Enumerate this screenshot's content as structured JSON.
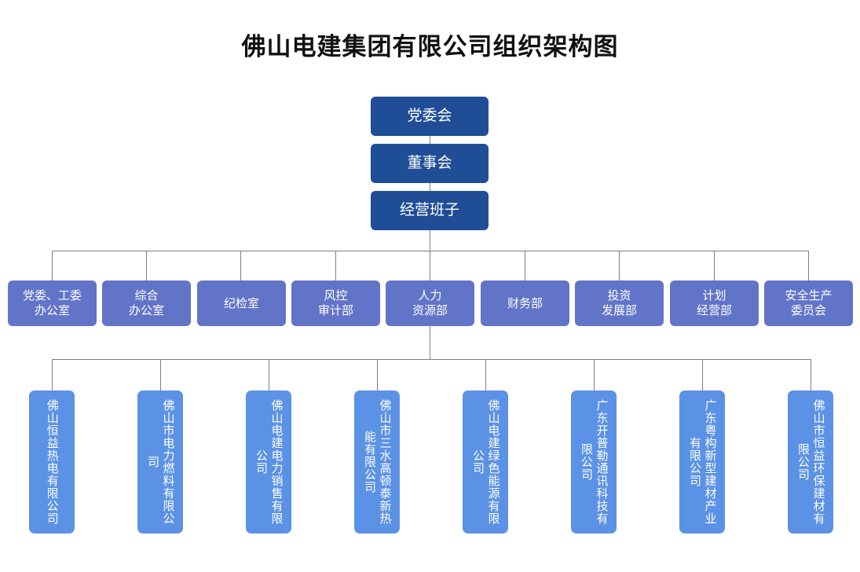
{
  "chart_data": {
    "type": "diagram",
    "title": "佛山电建集团有限公司组织架构图",
    "diagram_kind": "org-chart",
    "colors": {
      "tier1_box": "#1F4E96",
      "tier2_box": "#6274C8",
      "tier3_box": "#5B92E5",
      "connector": "#7f7f7f",
      "background": "#ffffff",
      "title_text": "#111111",
      "box_text": "#ffffff"
    },
    "levels": [
      {
        "name": "governance",
        "nodes": [
          "党委会",
          "董事会",
          "经营班子"
        ]
      },
      {
        "name": "departments",
        "nodes": [
          "党委、工委办公室",
          "综合办公室",
          "纪检室",
          "风控审计部",
          "人力资源部",
          "财务部",
          "投资发展部",
          "计划经营部",
          "安全生产委员会"
        ]
      },
      {
        "name": "subsidiaries",
        "nodes": [
          "佛山恒益热电有限公司",
          "佛山市电力燃料有限公司",
          "佛山电建电力销售有限公司",
          "佛山市三水高顿泰新热能有限公司",
          "佛山电建绿色能源有限公司",
          "广东开普勒通讯科技有限公司",
          "广东粤构新型建材产业有限公司",
          "佛山市恒益环保建材有限公司"
        ]
      }
    ]
  },
  "header": {
    "title": "佛山电建集团有限公司组织架构图"
  },
  "governance": {
    "nodes": [
      {
        "label": "党委会"
      },
      {
        "label": "董事会"
      },
      {
        "label": "经营班子"
      }
    ]
  },
  "departments": {
    "nodes": [
      {
        "line1": "党委、工委",
        "line2": "办公室"
      },
      {
        "line1": "综合",
        "line2": "办公室"
      },
      {
        "line1": "纪检室",
        "line2": ""
      },
      {
        "line1": "风控",
        "line2": "审计部"
      },
      {
        "line1": "人力",
        "line2": "资源部"
      },
      {
        "line1": "财务部",
        "line2": ""
      },
      {
        "line1": "投资",
        "line2": "发展部"
      },
      {
        "line1": "计划",
        "line2": "经营部"
      },
      {
        "line1": "安全生产",
        "line2": "委员会"
      }
    ]
  },
  "subsidiaries": {
    "nodes": [
      {
        "label": "佛山恒益热电有限公司"
      },
      {
        "label": "佛山市电力燃料有限公司"
      },
      {
        "label": "佛山电建电力销售有限公司"
      },
      {
        "label": "佛山市三水高顿泰新热能有限公司"
      },
      {
        "label": "佛山电建绿色能源有限公司"
      },
      {
        "label": "广东开普勒通讯科技有限公司"
      },
      {
        "label": "广东粤构新型建材产业有限公司"
      },
      {
        "label": "佛山市恒益环保建材有限公司"
      }
    ]
  }
}
